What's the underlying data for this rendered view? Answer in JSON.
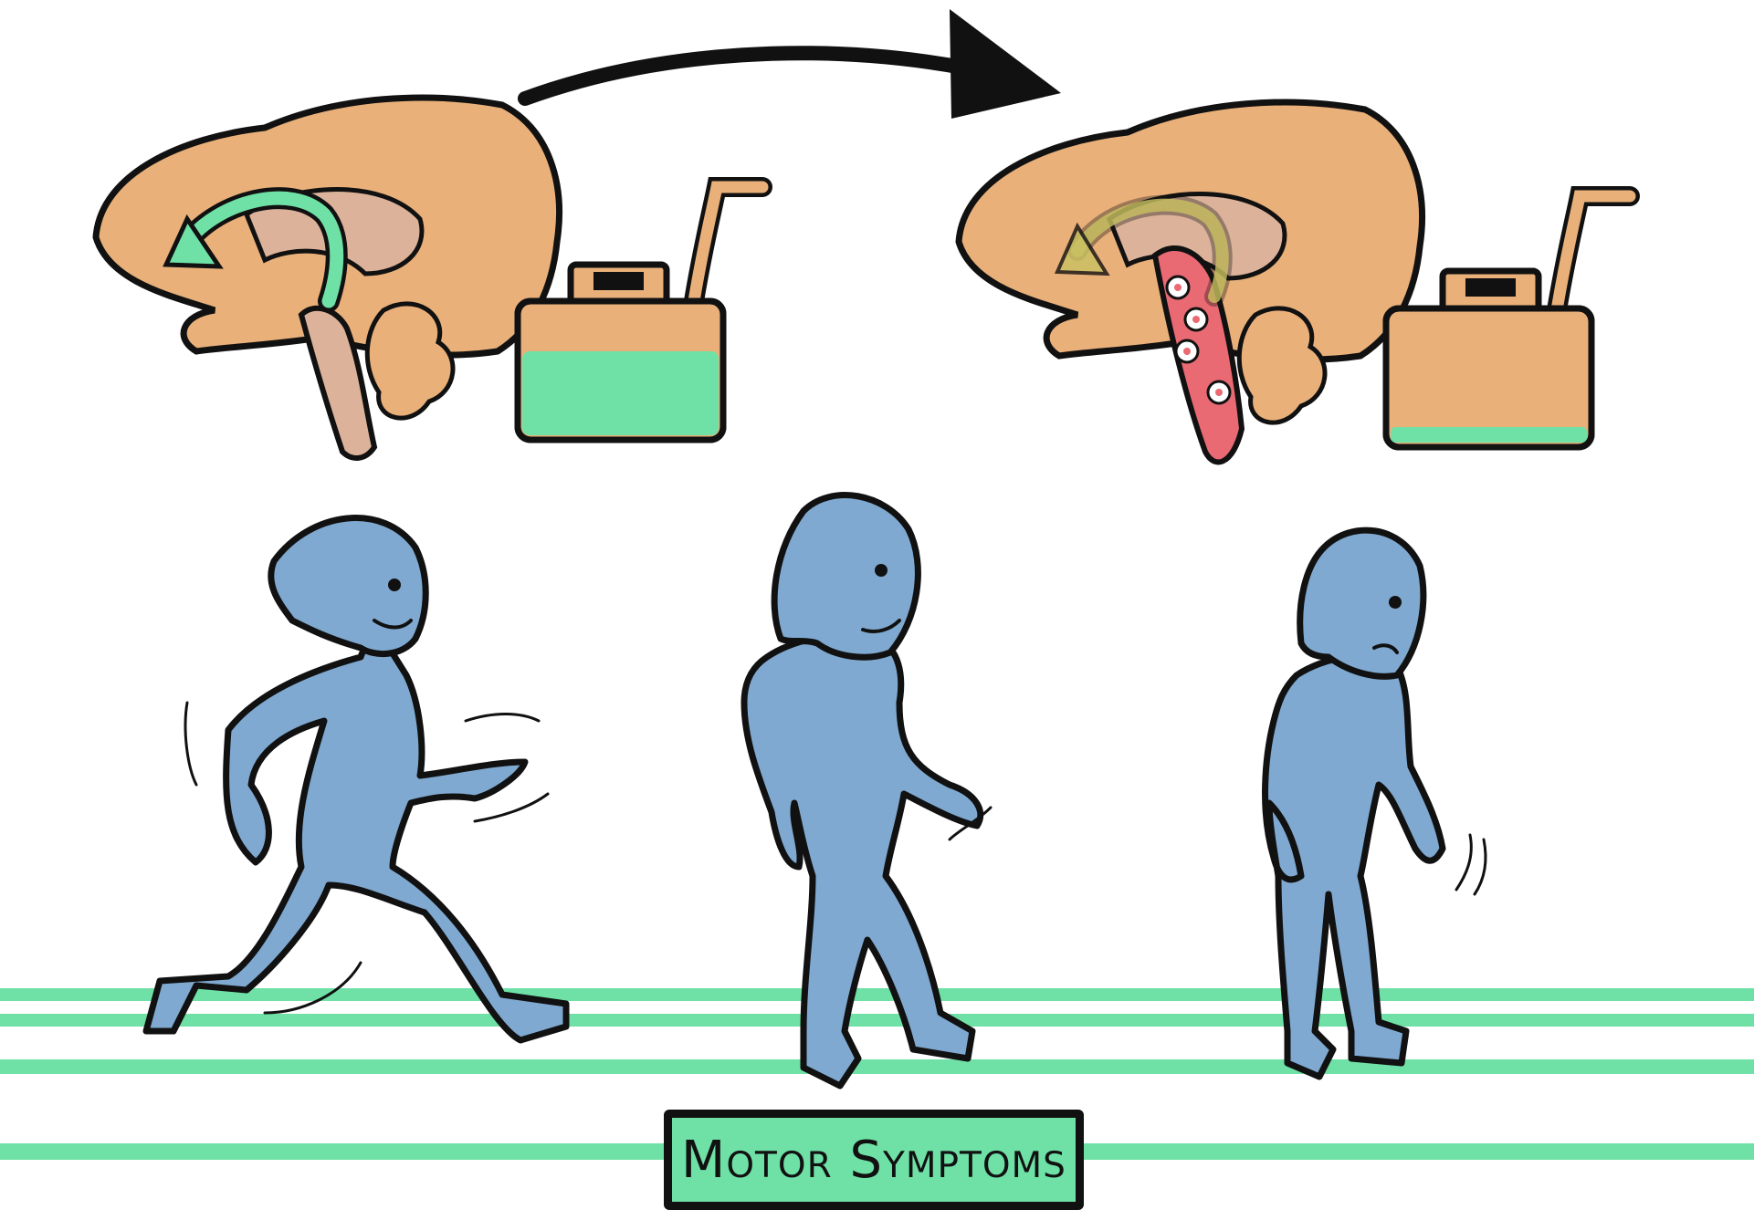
{
  "figure": {
    "caption": "Motor Symptoms",
    "panels": [
      {
        "name": "healthy-brain",
        "dopamine_level": 0.75
      },
      {
        "name": "parkinsonian-brain",
        "dopamine_level": 0.08
      }
    ],
    "people": [
      "running",
      "walking",
      "shuffling"
    ]
  },
  "colors": {
    "brain": "#e9b07a",
    "brain_inner": "#dcb39a",
    "dopamine": "#6fe1a6",
    "degeneration": "#ea6a74",
    "person": "#7fa9d0",
    "outline": "#111111",
    "floor": "#6fe1a6"
  }
}
